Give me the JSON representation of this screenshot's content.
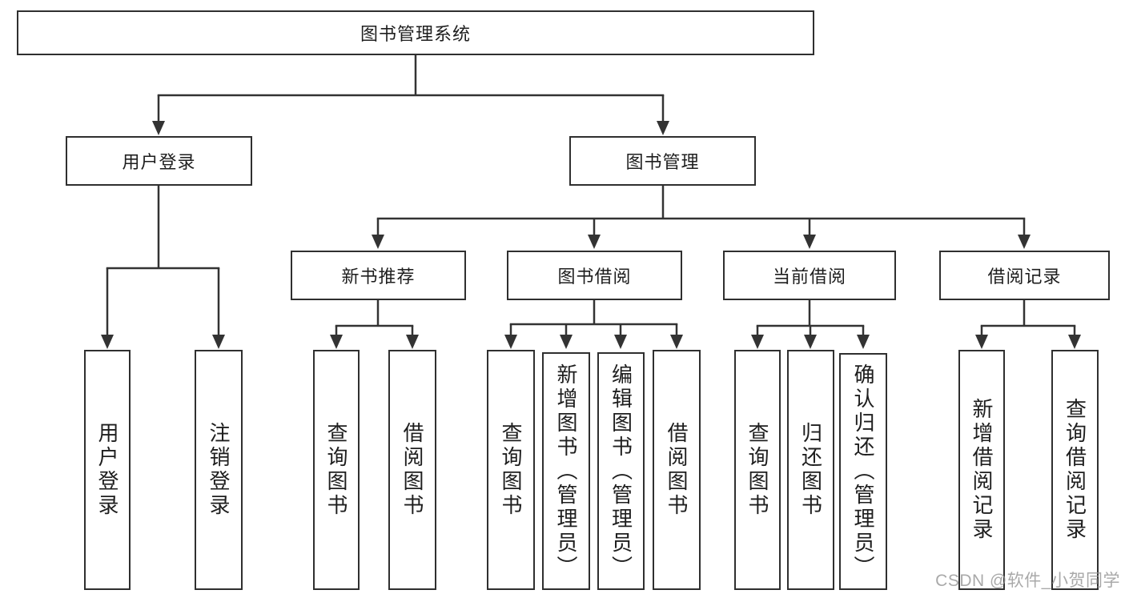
{
  "diagram": {
    "root": {
      "label": "图书管理系统"
    },
    "level2": [
      {
        "label": "用户登录"
      },
      {
        "label": "图书管理"
      }
    ],
    "level3": [
      {
        "label": "新书推荐"
      },
      {
        "label": "图书借阅"
      },
      {
        "label": "当前借阅"
      },
      {
        "label": "借阅记录"
      }
    ],
    "leaves": {
      "user_login": [
        "用户登录",
        "注销登录"
      ],
      "new_books": [
        "查询图书",
        "借阅图书"
      ],
      "book_borrowing": [
        "查询图书",
        "新增图书（管理员）",
        "编辑图书（管理员）",
        "借阅图书"
      ],
      "current_borrowing": [
        "查询图书",
        "归还图书",
        "确认归还（管理员）"
      ],
      "borrowing_records": [
        "新增借阅记录",
        "查询借阅记录"
      ]
    },
    "colors": {
      "line": "#333333",
      "box_border": "#2f2f2f",
      "box_background": "#ffffff",
      "text": "#1e1e1e",
      "page_background": "#ffffff",
      "watermark": "#949494"
    }
  },
  "watermark": {
    "text": "CSDN @软件_小贺同学"
  }
}
